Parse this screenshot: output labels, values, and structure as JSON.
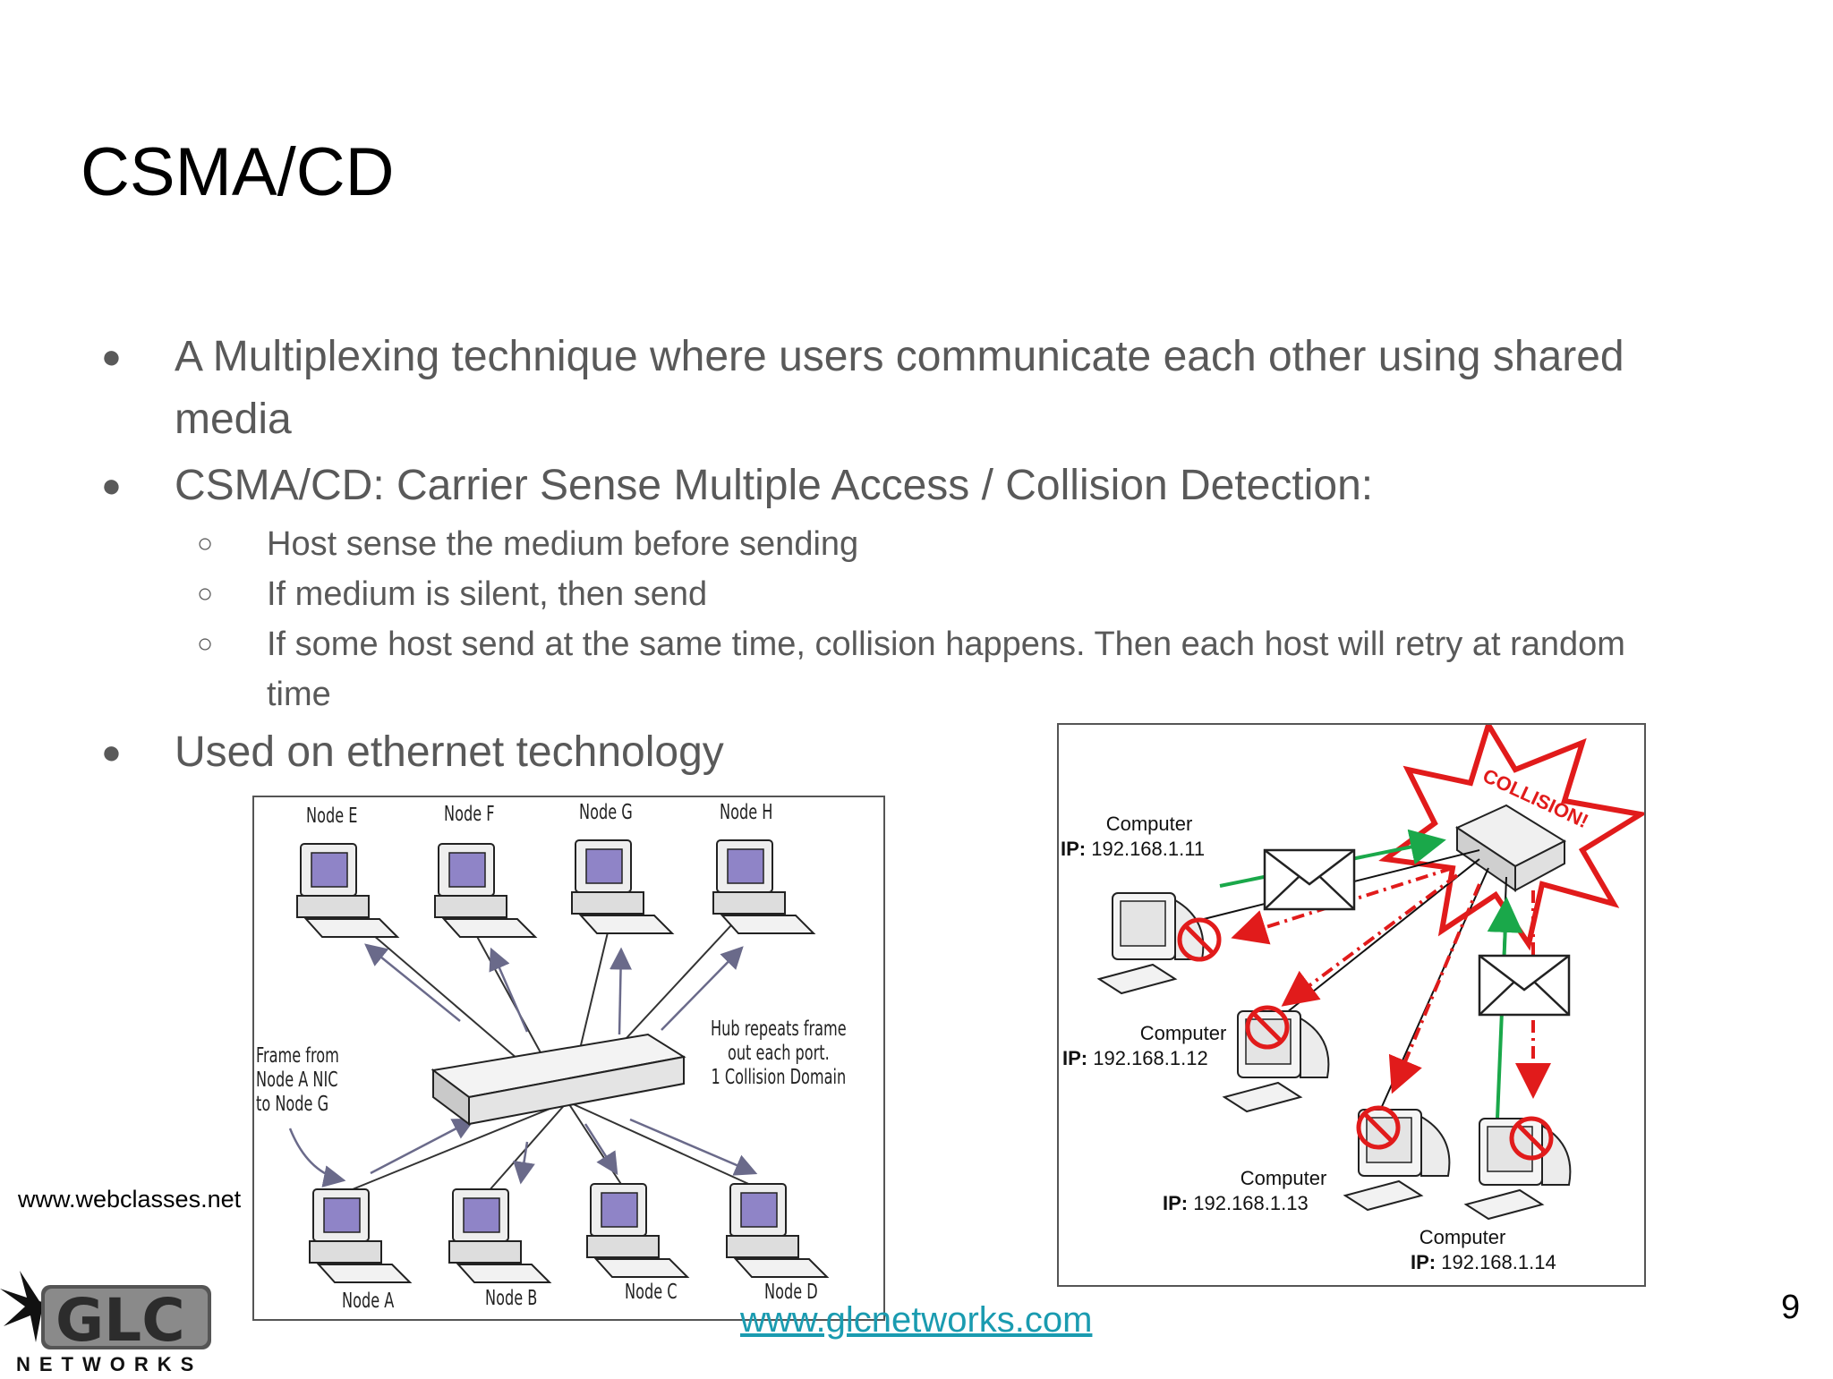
{
  "slide": {
    "title": "CSMA/CD",
    "bullets": [
      {
        "line1": "A Multiplexing technique where users communicate each other using shared",
        "line2": "media"
      },
      {
        "text": "CSMA/CD: Carrier Sense Multiple Access / Collision Detection:"
      },
      {
        "text": "Used on ethernet technology"
      }
    ],
    "sub_bullets": [
      {
        "text": "Host sense the medium before sending"
      },
      {
        "text": "If medium is silent, then send"
      },
      {
        "line1": "If some host send at the same time, collision happens. Then each host will retry at random",
        "line2": "time"
      }
    ],
    "bullet_glyph": "●",
    "sub_bullet_glyph": "○",
    "page_number": "9",
    "footer_url": "www.glcnetworks.com",
    "image_credit": "www.webclasses.net",
    "logo_text": "GLC",
    "logo_subtext": "NETWORKS"
  },
  "hub_diagram": {
    "nodes_top": [
      "Node E",
      "Node F",
      "Node G",
      "Node H"
    ],
    "nodes_bottom": [
      "Node A",
      "Node B",
      "Node C",
      "Node D"
    ],
    "left_caption": [
      "Frame from",
      "Node A NIC",
      "to Node G"
    ],
    "right_caption": [
      "Hub repeats frame",
      "out each port.",
      "1 Collision Domain"
    ]
  },
  "collision_diagram": {
    "banner": "COLLISION!",
    "computers": [
      {
        "label": "Computer",
        "ip_prefix": "IP:",
        "ip": "192.168.1.11"
      },
      {
        "label": "Computer",
        "ip_prefix": "IP:",
        "ip": "192.168.1.12"
      },
      {
        "label": "Computer",
        "ip_prefix": "IP:",
        "ip": "192.168.1.13"
      },
      {
        "label": "Computer",
        "ip_prefix": "IP:",
        "ip": "192.168.1.14"
      }
    ],
    "colors": {
      "send_arrow": "#1aa84a",
      "jam_arrow": "#e11b1b",
      "star": "#e11b1b"
    }
  }
}
